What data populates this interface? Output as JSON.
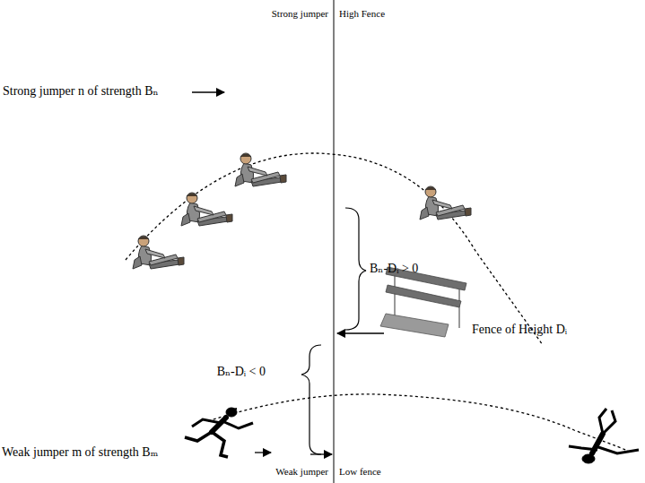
{
  "diagram": {
    "labels": [
      "Strong jumper",
      "High Fence",
      "Strong jumper n of strength Bₙ",
      "Bₙ-Dᵢ > 0",
      "Fence of Height Dᵢ",
      "Bₙ-Dᵢ < 0",
      "Weak jumper m of strength Bₘ",
      "Weak jumper",
      "Low fence"
    ]
  }
}
